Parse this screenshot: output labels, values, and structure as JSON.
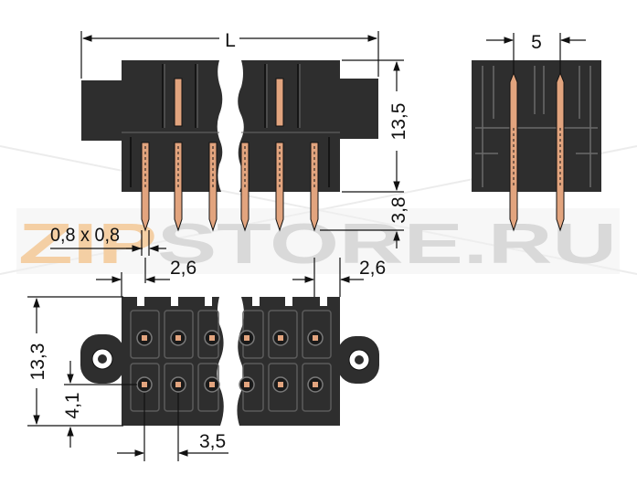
{
  "watermark": {
    "zip": "ZIP",
    "rest": "STORE.RU",
    "zip_color": "#f4cfa4",
    "rest_color": "#d9d9d9"
  },
  "dimensions": {
    "length": "L",
    "pitch_top": "5",
    "height_upper": "13,5",
    "height_lower": "3,8",
    "pin_section": "0,8 x 0,8",
    "offset_left": "2,6",
    "offset_right": "2,6",
    "height_total": "13,3",
    "row_offset": "4,1",
    "pitch_bottom": "3,5"
  },
  "colors": {
    "housing": "#2e2e2e",
    "pin": "#e2a47e",
    "line": "#111111"
  }
}
